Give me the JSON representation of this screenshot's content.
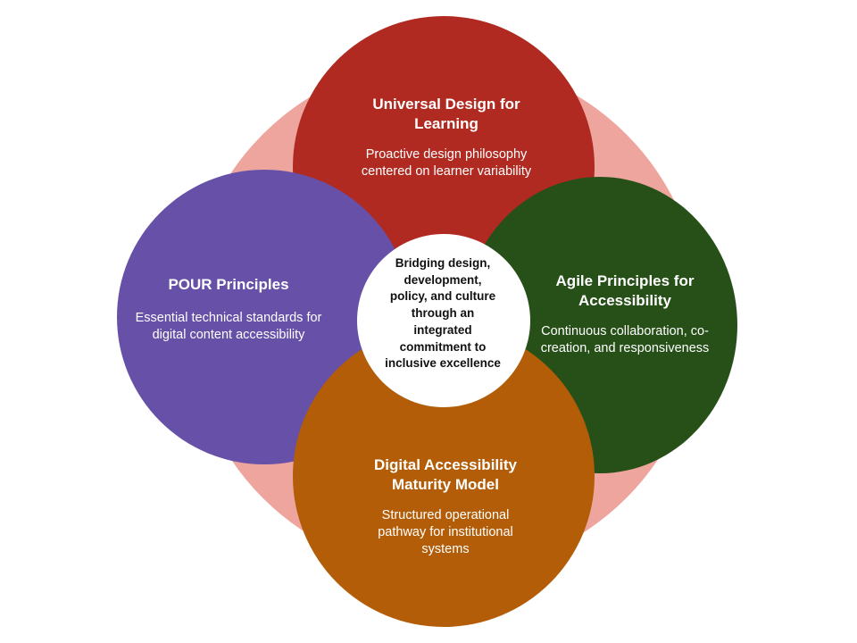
{
  "diagram": {
    "colors": {
      "background_blob": "#eea59e",
      "udl": "#b02a22",
      "pour": "#6650a8",
      "agile": "#265018",
      "dam": "#b35d08",
      "center": "#ffffff"
    },
    "nodes": {
      "udl": {
        "title": "Universal Design for Learning",
        "description": "Proactive design philosophy centered on learner variability"
      },
      "pour": {
        "title": "POUR Principles",
        "description": "Essential technical standards for digital content accessibility"
      },
      "agile": {
        "title": "Agile Principles for Accessibility",
        "description": "Continuous collaboration, co-creation, and responsiveness"
      },
      "dam": {
        "title": "Digital Accessibility Maturity Model",
        "description": "Structured operational pathway for institutional systems"
      }
    },
    "center": {
      "text": "Bridging design, development, policy, and culture through an integrated commitment to inclusive excellence"
    }
  }
}
